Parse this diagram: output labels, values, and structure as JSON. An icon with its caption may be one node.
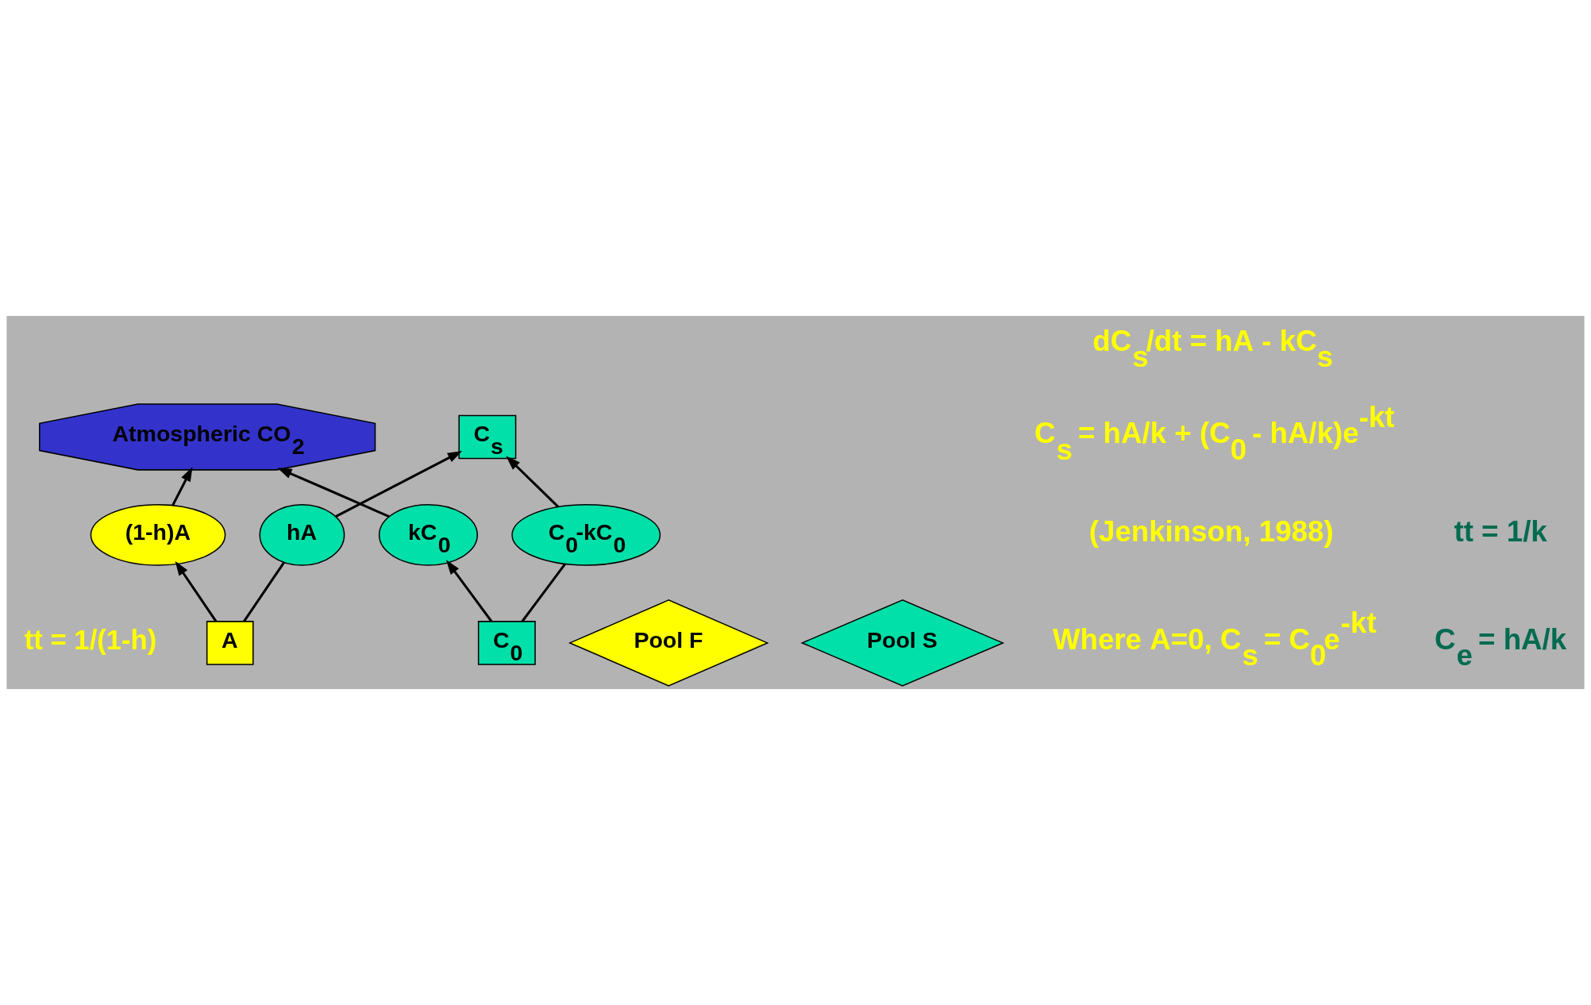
{
  "diagram": {
    "nodes": [
      {
        "text": [
          "Atmospheric CO$_{2}$"
        ]
      },
      {
        "text": [
          "(1-h)A"
        ]
      },
      {
        "text": [
          "kC$_{0}$"
        ]
      },
      {
        "text": [
          "C$_{0}$"
        ]
      },
      {
        "text": [
          "A"
        ],
        "beside": [
          "tt = 1/(1-h)"
        ]
      },
      {
        "text": [
          "hA"
        ]
      },
      {
        "text": [
          "C$_{0}$-kC$_{0}$"
        ]
      },
      {
        "text": [
          "Pool F"
        ]
      },
      {
        "text": [
          "C$_{s}$"
        ]
      },
      {
        "text": [
          "Pool S"
        ]
      }
    ],
    "edges": [
      {
        "from": 1,
        "to": 0,
        "arrow": "to"
      },
      {
        "from": 2,
        "to": 0,
        "arrow": "to"
      },
      {
        "from": 4,
        "to": 1,
        "arrow": "to"
      },
      {
        "from": 3,
        "to": 2,
        "arrow": "to"
      },
      {
        "from": 4,
        "to": 5,
        "arrow": "none"
      },
      {
        "from": 3,
        "to": 6,
        "arrow": "none"
      },
      {
        "from": 5,
        "to": 8,
        "arrow": "to"
      },
      {
        "from": 6,
        "to": 8,
        "arrow": "to"
      }
    ],
    "labels": [
      "dC$_{s}$/dt = hA - kC$_{s}$",
      "C$_{s}$ = hA/k + (C$_{0}$ - hA/k)e$^{-kt}$",
      "(Jenkinson, 1988)",
      "Where A=0, C$_{s}$ = C$_{0}$e$^{-kt}$",
      "tt = 1/k",
      "C$_{e}$ = hA/k"
    ]
  }
}
